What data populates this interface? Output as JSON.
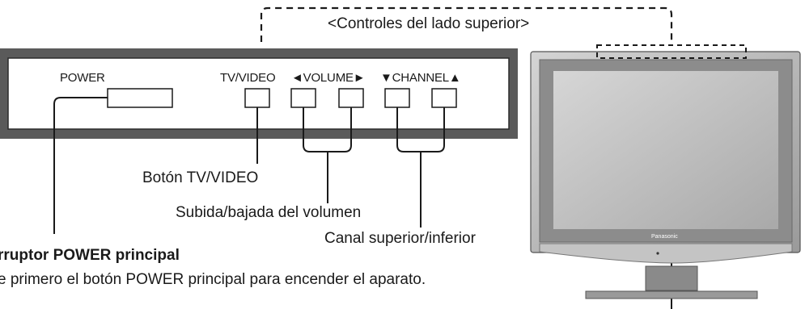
{
  "header": {
    "title": "<Controles del lado superior>"
  },
  "panel": {
    "power_label": "POWER",
    "tvvideo_label": "TV/VIDEO",
    "volume_label": "◄VOLUME►",
    "channel_label": "▼CHANNEL▲"
  },
  "callouts": {
    "tvvideo": "Botón TV/VIDEO",
    "volume": "Subida/bajada del volumen",
    "channel": "Canal superior/inferior",
    "power_title": "rruptor POWER principal",
    "power_desc": "e primero el botón POWER principal para encender el aparato."
  },
  "tv": {
    "brand": "Panasonic"
  },
  "colors": {
    "panel_fill": "#d9d9d9",
    "screen_fill": "#c8c8c8",
    "line": "#1a1a1a"
  }
}
